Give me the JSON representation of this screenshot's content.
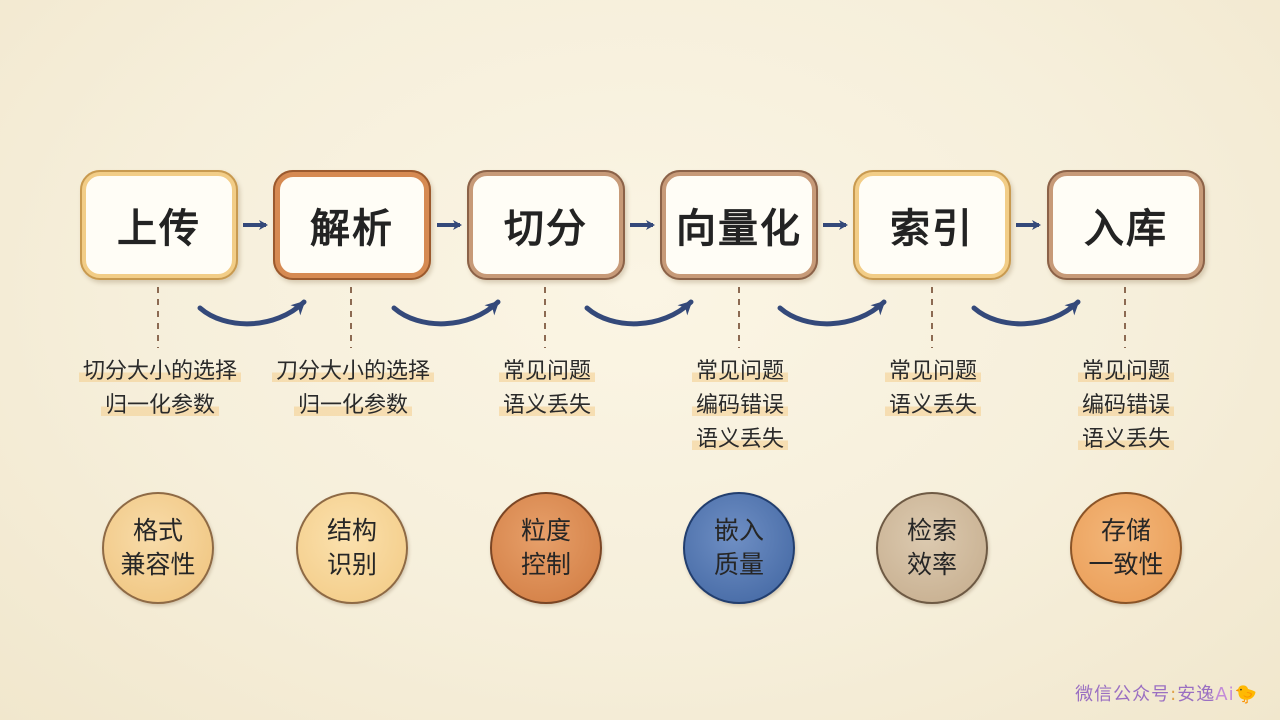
{
  "stages": [
    "上传",
    "解析",
    "切分",
    "向量化",
    "索引",
    "入库"
  ],
  "issues": [
    [
      "切分大小的选择",
      "归一化参数"
    ],
    [
      "刀分大小的选择",
      "归一化参数"
    ],
    [
      "常见问题",
      "语义丢失"
    ],
    [
      "常见问题",
      "编码错误",
      "语义丢失"
    ],
    [
      "常见问题",
      "语义丢失"
    ],
    [
      "常见问题",
      "编码错误",
      "语义丢失"
    ]
  ],
  "metrics": [
    [
      "格式",
      "兼容性"
    ],
    [
      "结构",
      "识别"
    ],
    [
      "粒度",
      "控制"
    ],
    [
      "嵌入",
      "质量"
    ],
    [
      "检索",
      "效率"
    ],
    [
      "存储",
      "一致性"
    ]
  ],
  "watermark": {
    "prefix": "微信公众号",
    "colon": ":",
    "name": "安逸",
    "ai": "Ai",
    "emoji": "🐤"
  },
  "colors": {
    "background": "#f6efdb",
    "stage_border_yellow": "#f2cd87",
    "stage_border_orange": "#d68a52",
    "stage_border_brown": "#c79a78",
    "arrow": "#34497a",
    "dash": "#8c6a52"
  }
}
